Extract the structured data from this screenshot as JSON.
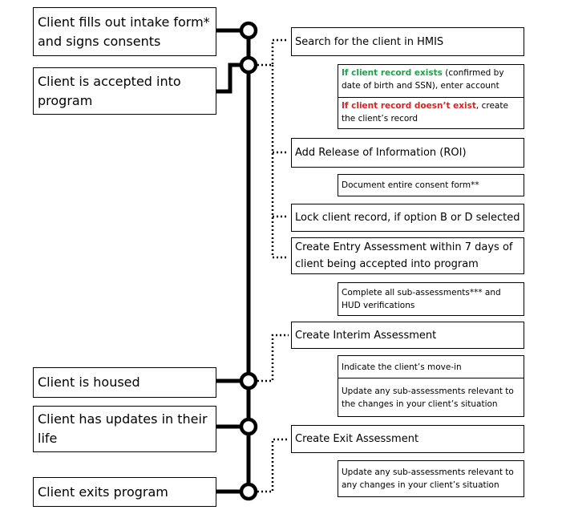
{
  "timeline": {
    "events": [
      "Client fills out intake form* and signs consents",
      "Client is accepted into program",
      "Client is housed",
      "Client has updates in their life",
      "Client exits program"
    ]
  },
  "steps": {
    "search": "Search for the client in HMIS",
    "record_exists_bold": "If client record exists",
    "record_exists_rest": " (confirmed by date of birth and SSN), enter account",
    "record_missing_bold": "If client record doesn’t exist",
    "record_missing_rest": ", create the client’s record",
    "roi": "Add Release of Information (ROI)",
    "consent": "Document entire consent form**",
    "lock": "Lock client record, if option B or D selected",
    "entry": "Create Entry Assessment within 7 days of client being accepted into program",
    "sub_assess": "Complete all sub-assessments*** and HUD verifications",
    "interim": "Create Interim Assessment",
    "move_in": "Indicate the client’s move-in",
    "update_interim": "Update any sub-assessments relevant to the changes in your client’s situation",
    "exit": "Create Exit Assessment",
    "update_exit": "Update any sub-assessments relevant to any changes in your client’s situation"
  },
  "colors": {
    "exists": "#21a04a",
    "missing": "#e0201b",
    "line": "#000000"
  }
}
